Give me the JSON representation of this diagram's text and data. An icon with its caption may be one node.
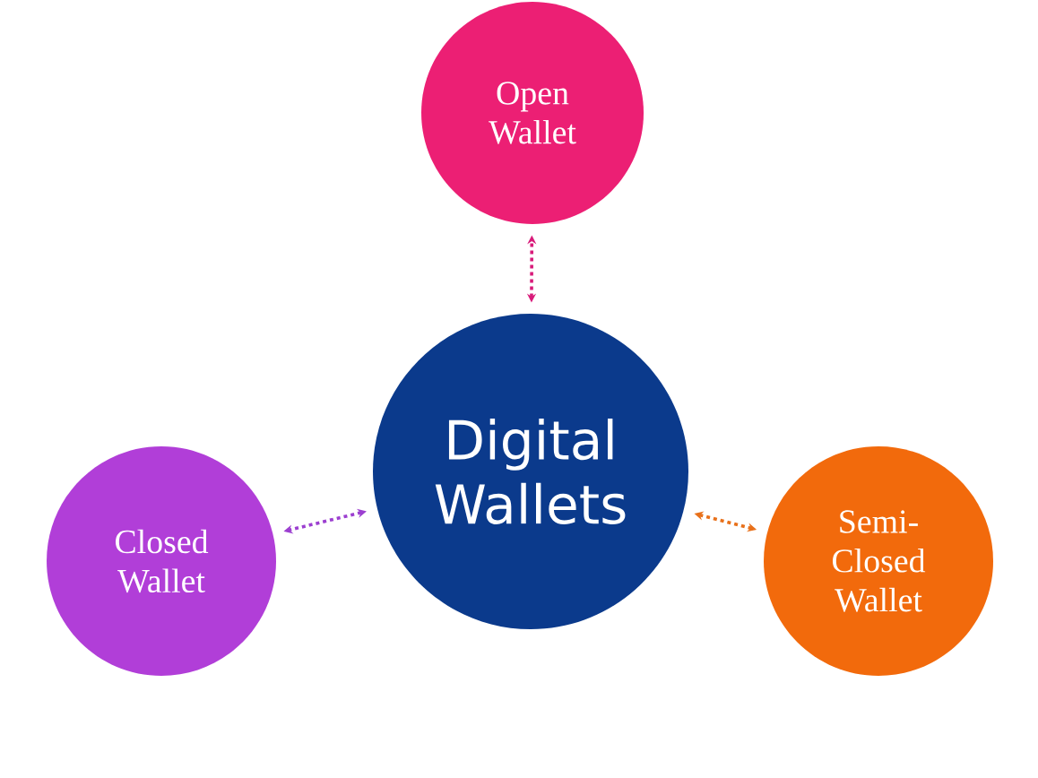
{
  "diagram": {
    "nodes": [
      {
        "text": [
          "Digital Wallets"
        ]
      },
      {
        "text": [
          "Open Wallet"
        ]
      },
      {
        "text": [
          "Closed Wallet"
        ]
      },
      {
        "text": [
          "Semi-Closed Wallet"
        ]
      }
    ],
    "edges": [
      {
        "from": 0,
        "to": 1,
        "arrow": "both",
        "style": "dashed",
        "color": "#d81b7a"
      },
      {
        "from": 0,
        "to": 2,
        "arrow": "both",
        "style": "dashed",
        "color": "#9c3fd0"
      },
      {
        "from": 0,
        "to": 3,
        "arrow": "both",
        "style": "dashed",
        "color": "#e8701a"
      }
    ]
  }
}
